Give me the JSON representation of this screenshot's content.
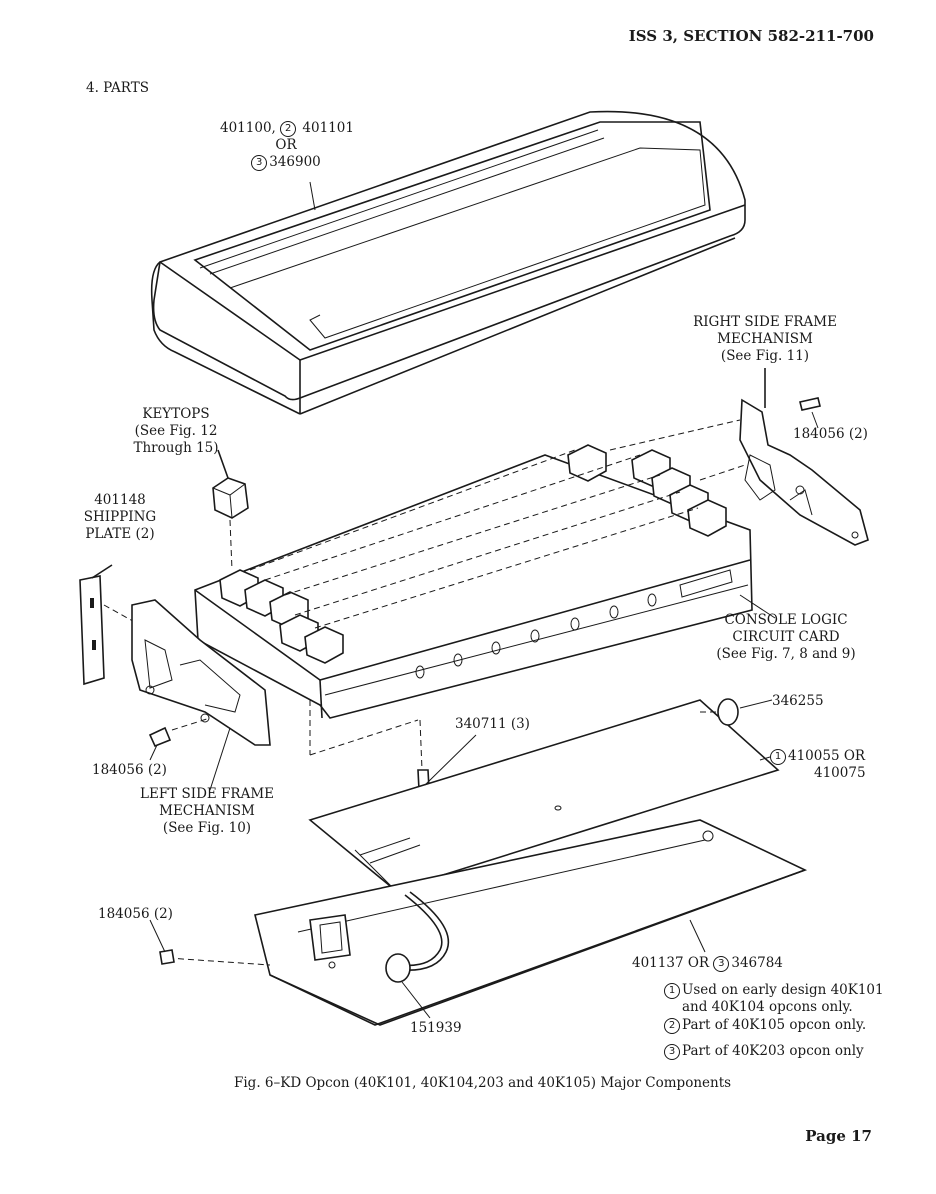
{
  "header": {
    "section": "ISS 3, SECTION 582-211-700"
  },
  "section_title": "4.  PARTS",
  "callouts": {
    "cover": {
      "line1a": "401100, ",
      "circ1": "2",
      "line1b": " 401101",
      "line2": "OR",
      "circ2": "3",
      "line3": "346900"
    },
    "right_frame": {
      "line1": "RIGHT SIDE FRAME",
      "line2": "MECHANISM",
      "line3": "(See Fig. 11)"
    },
    "screw_right": "184056 (2)",
    "keytops": {
      "line1": "KEYTOPS",
      "line2": "(See Fig. 12",
      "line3": "Through 15)"
    },
    "shipping_plate": {
      "line1": "401148",
      "line2": "SHIPPING",
      "line3": "PLATE (2)"
    },
    "logic_card": {
      "line1": "CONSOLE LOGIC",
      "line2": "CIRCUIT CARD",
      "line3": "(See Fig. 7, 8 and 9)"
    },
    "knob": "346255",
    "standoff": "340711 (3)",
    "screw_left": "184056 (2)",
    "left_frame": {
      "line1": "LEFT SIDE FRAME",
      "line2": "MECHANISM",
      "line3": "(See Fig. 10)"
    },
    "card_410055": {
      "circ": "1",
      "line1": "410055 OR",
      "line2": "410075"
    },
    "screw_bottom": "184056 (2)",
    "base": {
      "line1": "401137 OR ",
      "circ": "3",
      "line1b": "346784"
    },
    "cable": "151939"
  },
  "notes": [
    {
      "circ": "1",
      "text": "Used on early design 40K101",
      "text2": "and 40K104 opcons only."
    },
    {
      "circ": "2",
      "text": "Part of 40K105 opcon only."
    },
    {
      "circ": "3",
      "text": "Part of 40K203 opcon only"
    }
  ],
  "caption": "Fig. 6–KD Opcon (40K101, 40K104,203 and 40K105) Major Components",
  "footer": {
    "page": "Page 17"
  }
}
